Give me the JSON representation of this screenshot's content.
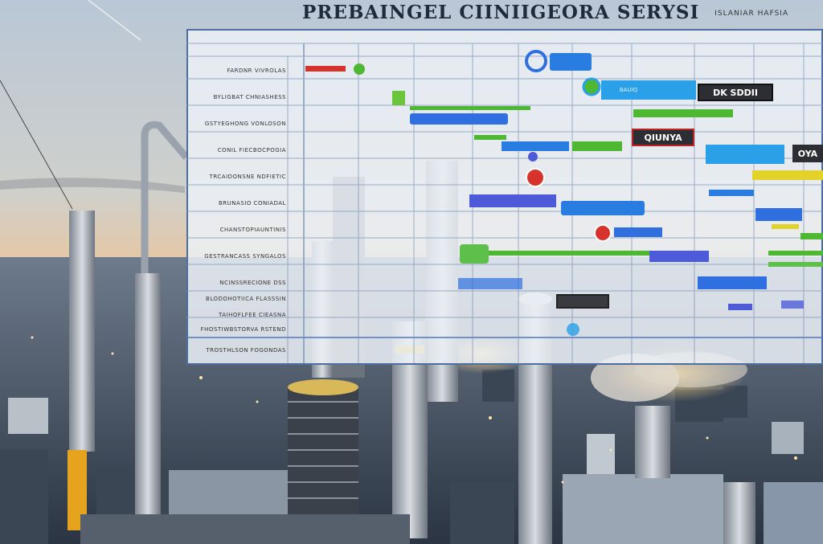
{
  "title": "PREBAINGEL CIINIIGEORA SERYSI",
  "title_sub": "ISLANIAR HAFSIA",
  "row_labels": [
    "FARDNR VIVROLAS",
    "BYLIGBAT CHNIASHESS",
    "GSTYEGHONG VONLOSON",
    "CONIL FIECBOCPOGIA",
    "TRCAIDONSNE NDFIETIC",
    "BRUNASIO CONIADAL",
    "CHANSTOPIAUNTINIS",
    "GESTRANCASS SYNGALOS",
    "NCINSSRECIONE DSS",
    "BLODOHOTIICA FLASSSIN",
    "TAIHOFLFEE CIEASNA",
    "FHOSTIWBSTORVA RSTEND",
    "TROSTHLSON FOGONDAS"
  ],
  "tags": {
    "dk": "DK SDDII",
    "qiunya": "QIUNYA",
    "oya": "OYA",
    "bar_label": "BAUIQ"
  },
  "colors": {
    "red": "#d8322c",
    "green": "#4fb832",
    "blue": "#2f6fe0",
    "cyan": "#2aa0e8",
    "indigo": "#4e5bd8",
    "yellow": "#e2d22a",
    "dark_tag": "#2d2e33"
  },
  "icons": [
    "gauge-icon",
    "alert-dot-icon",
    "process-node-icon"
  ]
}
